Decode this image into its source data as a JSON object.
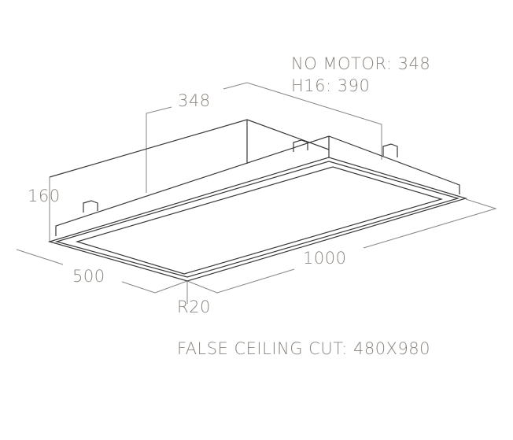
{
  "labels": {
    "no_motor": "NO MOTOR: 348",
    "h16": "H16: 390",
    "depth_348": "348",
    "height_160": "160",
    "width_500": "500",
    "length_1000": "1000",
    "radius": "R20",
    "false_ceiling_cut": "FALSE CEILING CUT: 480X980"
  },
  "colors": {
    "text": "#8c857f",
    "outline": "#3a3a3a",
    "dimension_lines": "#8a8580"
  }
}
